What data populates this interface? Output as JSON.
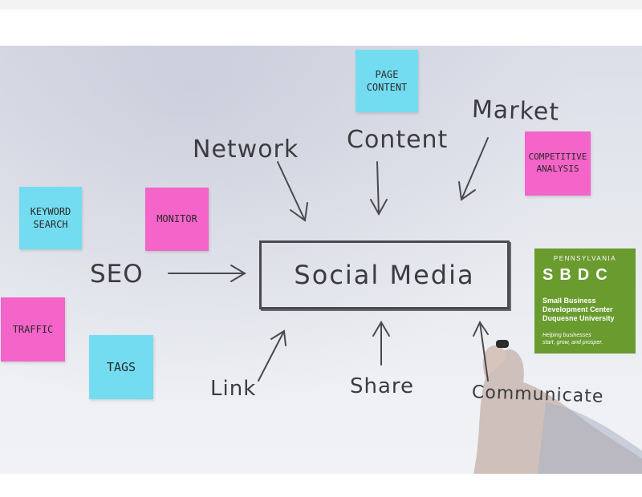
{
  "sticky_notes": {
    "page_content": "PAGE\nCONTENT",
    "competitive_analysis": "COMPETITIVE\nANALYSIS",
    "keyword_search": "KEYWORD\nSEARCH",
    "monitor": "MONITOR",
    "traffic": "TRAFFIC",
    "tags": "TAGS"
  },
  "whiteboard": {
    "network": "Network",
    "content": "Content",
    "market": "Market",
    "seo": "SEO",
    "social_media": "Social Media",
    "link": "Link",
    "share": "Share",
    "communicate": "Communicate"
  },
  "logo": {
    "state": "PENNSYLVANIA",
    "abbr": "SBDC",
    "line1": "Small Business",
    "line2": "Development Center",
    "line3": "Duquesne University",
    "tagline1": "Helping businesses",
    "tagline2": "start, grow, and prosper."
  },
  "colors": {
    "sticky_blue": "#74dcf0",
    "sticky_pink": "#f564c8",
    "logo_green": "#6a9b2f",
    "marker": "#3c3c40"
  }
}
